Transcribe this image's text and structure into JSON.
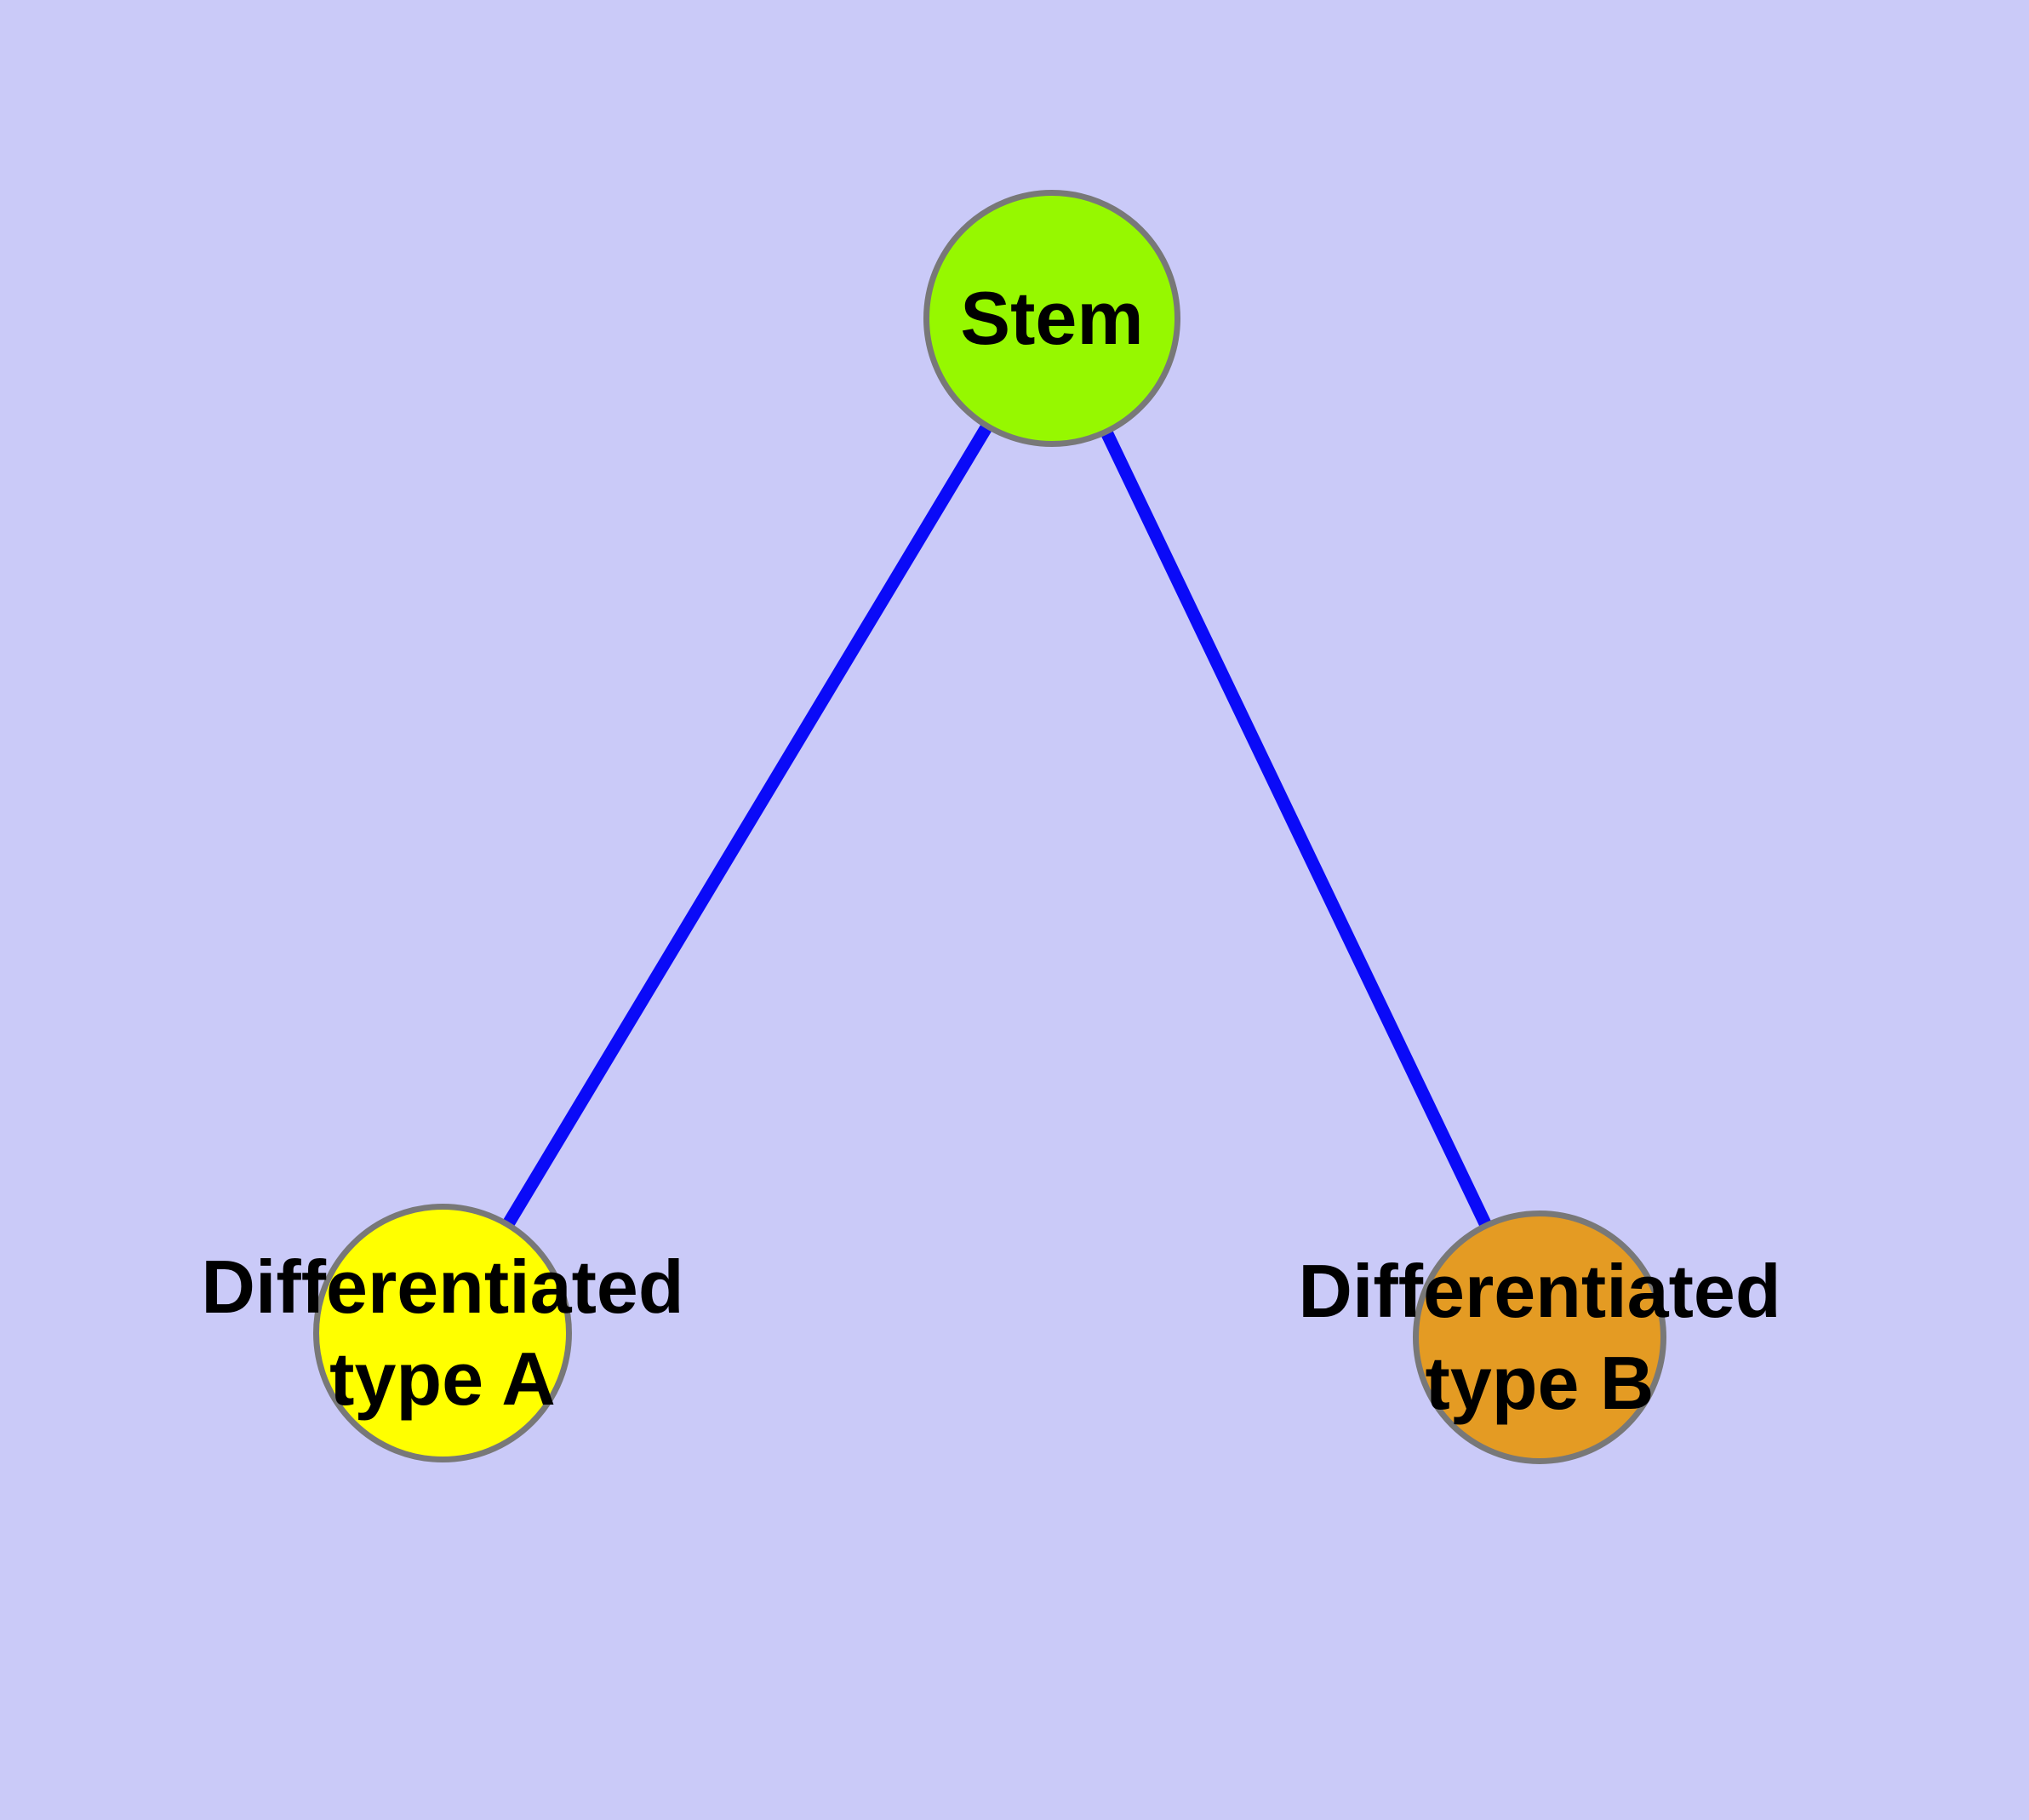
{
  "diagram": {
    "description": "Stem cell differentiation tree",
    "nodes": {
      "stem": {
        "label": "Stem",
        "fill": "#96F800"
      },
      "type_a": {
        "label": "Differentiated\ntype A",
        "fill": "#FFFF00"
      },
      "type_b": {
        "label": "Differentiated\ntype B",
        "fill": "#E49B23"
      }
    },
    "edges": {
      "stem_to_type_a": {
        "from": "stem",
        "to": "type_a"
      },
      "stem_to_type_b": {
        "from": "stem",
        "to": "type_b"
      }
    },
    "colors": {
      "background": "#CACAF8",
      "edge": "#0A0AF8",
      "node_border": "#787878",
      "label_text": "#000000"
    }
  }
}
